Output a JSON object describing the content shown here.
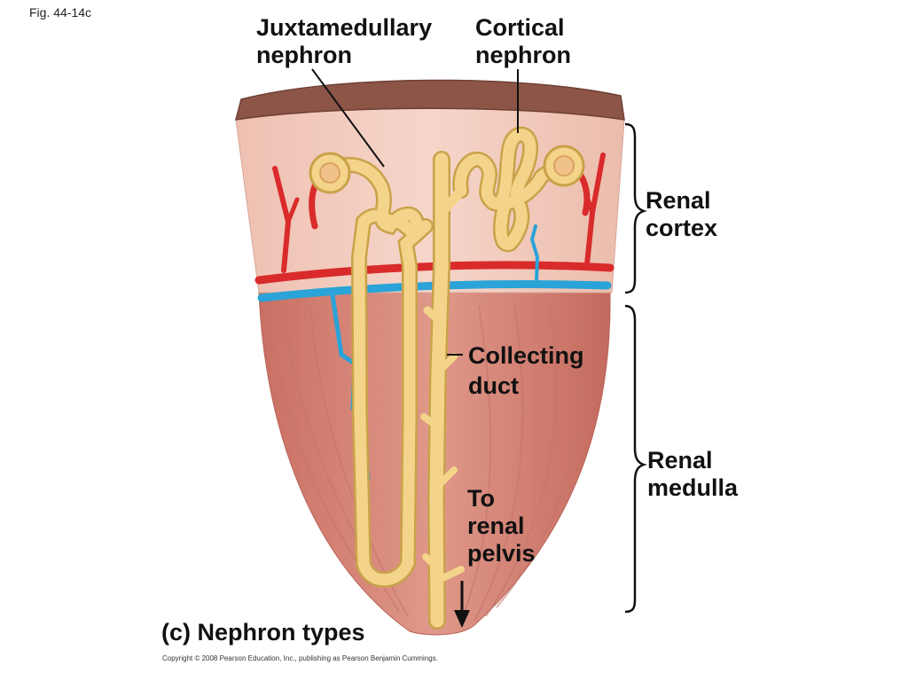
{
  "figure_label": "Fig. 44-14c",
  "labels": {
    "juxtamedullary": "Juxtamedullary\nnephron",
    "cortical": "Cortical\nnephron",
    "renal_cortex": "Renal\ncortex",
    "renal_medulla": "Renal\nmedulla",
    "collecting_duct": "Collecting\nduct",
    "to_renal_pelvis": "To\nrenal\npelvis"
  },
  "caption": "(c) Nephron types",
  "copyright": "Copyright © 2008 Pearson Education, Inc., publishing as Pearson Benjamin Cummings.",
  "colors": {
    "cortex": "#f2cbbd",
    "medulla": "#d9877a",
    "capsule": "#8c5548",
    "artery": "#d92b2b",
    "vein": "#2aa3d8",
    "tubule": "#f4d48a",
    "tubule_outline": "#c9a24a"
  }
}
